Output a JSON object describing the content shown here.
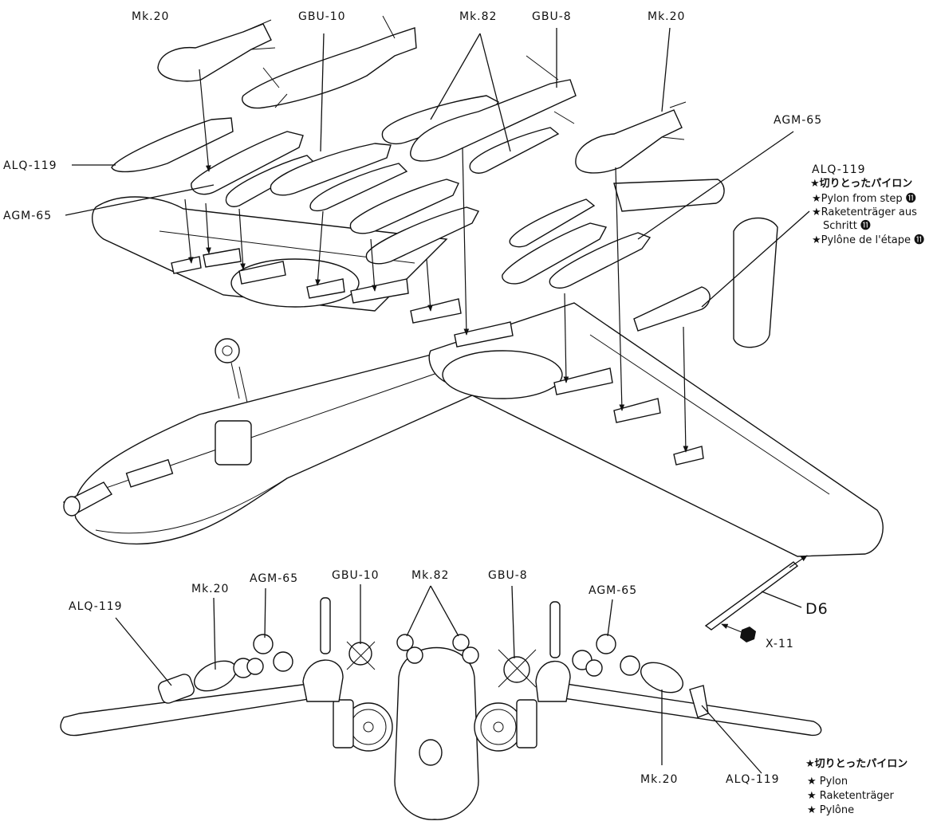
{
  "top_view": {
    "labels": {
      "mk20_left": "Mk.20",
      "gbu10": "GBU-10",
      "mk82": "Mk.82",
      "gbu8": "GBU-8",
      "mk20_right": "Mk.20",
      "alq119_left": "ALQ-119",
      "agm65_left": "AGM-65",
      "agm65_right": "AGM-65",
      "alq119_right": "ALQ-119"
    },
    "pylon_note": {
      "jp": "★切りとったパイロン",
      "en": "★Pylon from step ⓫",
      "de_1": "★Raketenträger aus",
      "de_2": "Schritt ⓫",
      "fr": "★Pylône de l'étape ⓫"
    }
  },
  "probe": {
    "part": "D6",
    "screw": "X-11"
  },
  "bottom_view": {
    "labels": {
      "alq119_left": "ALQ-119",
      "mk20_left": "Mk.20",
      "agm65_left": "AGM-65",
      "gbu10": "GBU-10",
      "mk82": "Mk.82",
      "gbu8": "GBU-8",
      "agm65_right": "AGM-65",
      "mk20_right": "Mk.20",
      "alq119_right": "ALQ-119"
    },
    "pylon_note": {
      "jp": "★切りとったパイロン",
      "en": "★ Pylon",
      "de": "★ Raketenträger",
      "fr": "★ Pylône"
    }
  }
}
